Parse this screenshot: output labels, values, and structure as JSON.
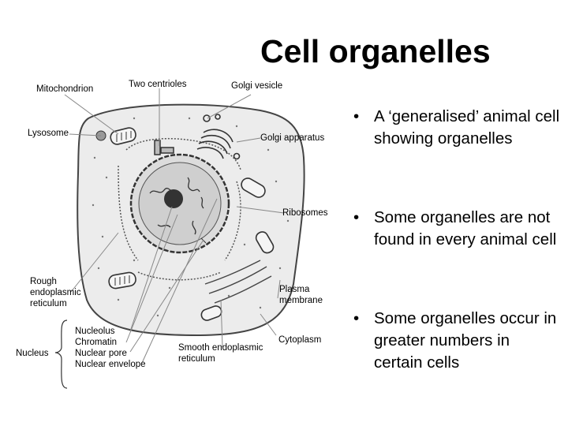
{
  "title": "Cell organelles",
  "labels": {
    "mitochondrion": "Mitochondrion",
    "two_centrioles": "Two centrioles",
    "golgi_vesicle": "Golgi vesicle",
    "lysosome": "Lysosome",
    "golgi_apparatus": "Golgi apparatus",
    "ribosomes": "Ribosomes",
    "rough_er": [
      "Rough",
      "endoplasmic",
      "reticulum"
    ],
    "plasma_membrane": [
      "Plasma",
      "membrane"
    ],
    "nucleus": "Nucleus",
    "nucleus_parts": [
      "Nucleolus",
      "Chromatin",
      "Nuclear pore",
      "Nuclear envelope"
    ],
    "smooth_er": [
      "Smooth endoplasmic",
      "reticulum"
    ],
    "cytoplasm": "Cytoplasm"
  },
  "bullets": [
    "A ‘generalised’ animal cell showing organelles",
    "Some organelles are not found in every animal cell",
    "Some organelles occur in greater numbers in certain cells"
  ],
  "bullet_char": "•"
}
